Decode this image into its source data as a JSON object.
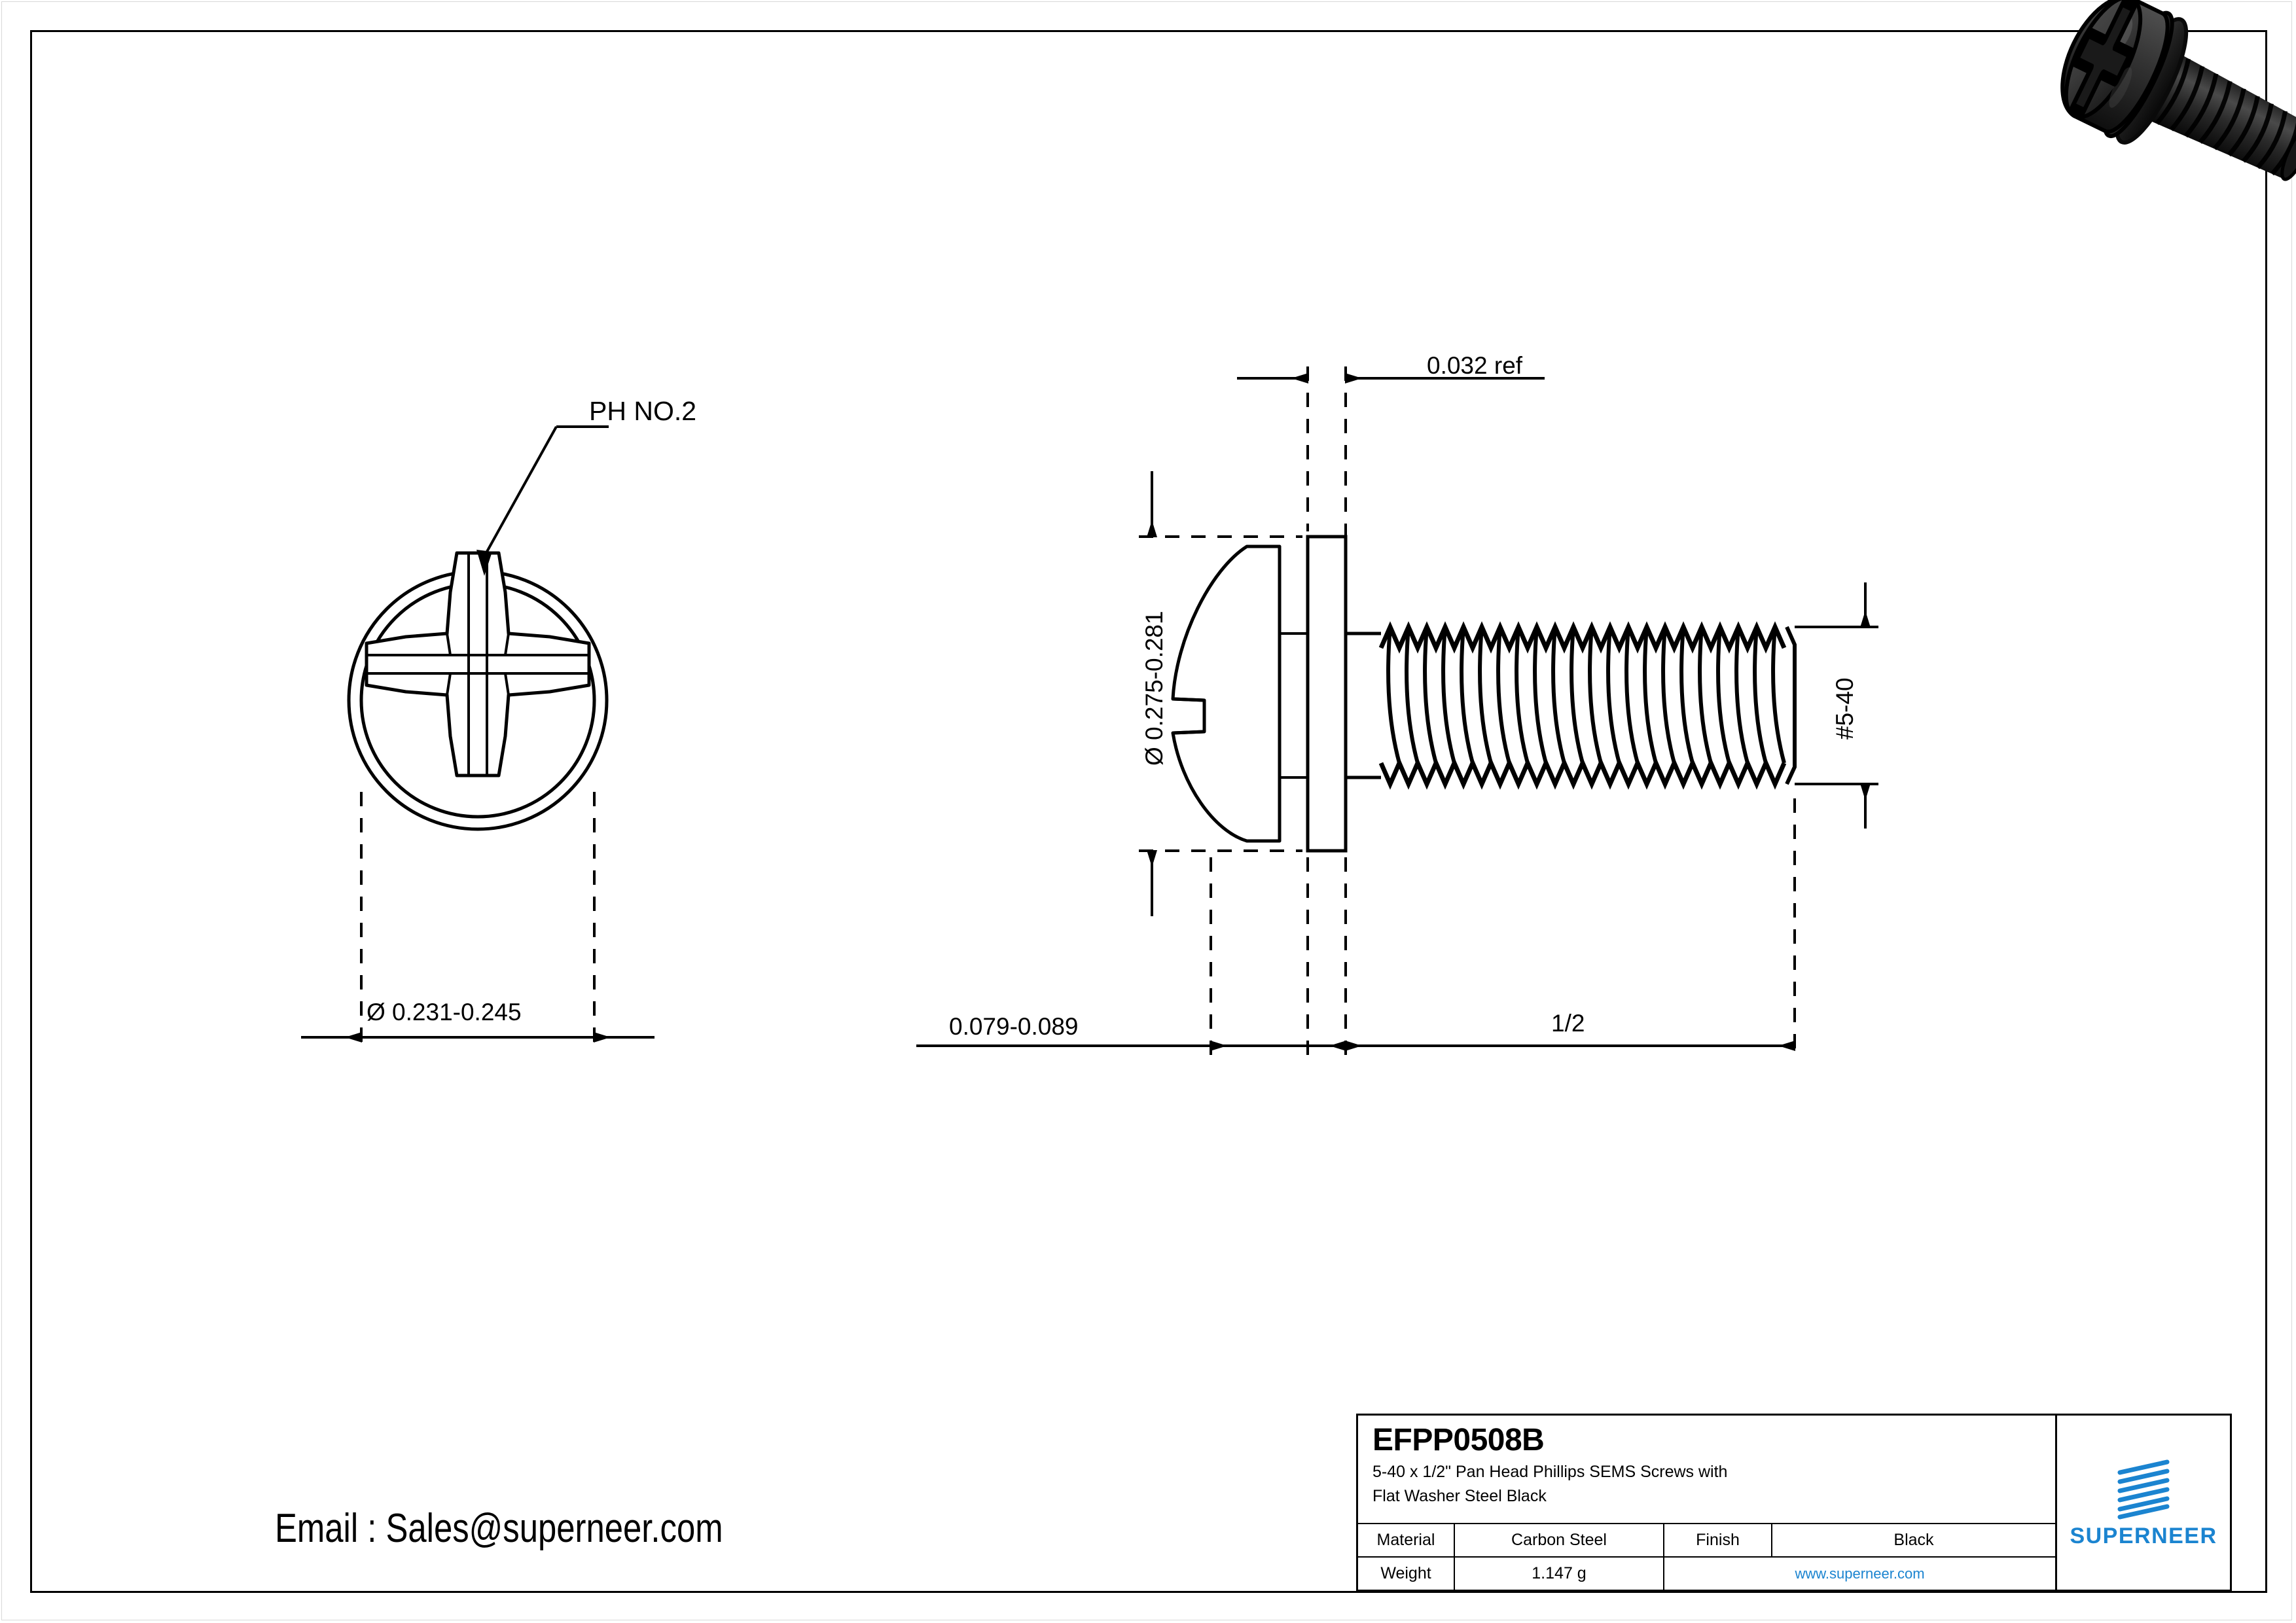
{
  "document": {
    "kind": "engineering-drawing",
    "sheet_background": "#ffffff",
    "line_color": "#000000"
  },
  "contact": {
    "email_line": "Email : Sales@superneer.com"
  },
  "title_block": {
    "part_number": "EFPP0508B",
    "description_line_1": "5-40 x 1/2\" Pan Head Phillips SEMS Screws with",
    "description_line_2": "Flat Washer Steel Black",
    "material_label": "Material",
    "material_value": "Carbon Steel",
    "finish_label": "Finish",
    "finish_value": "Black",
    "weight_label": "Weight",
    "weight_value": "1.147 g",
    "website": "www.superneer.com",
    "brand_name": "SUPERNEER",
    "brand_color": "#1b84d0"
  },
  "annotations": {
    "driver_callout": "PH NO.2"
  },
  "dimensions": {
    "head_diameter": "Ø 0.231-0.245",
    "washer_diameter": "Ø 0.275-0.281",
    "washer_thickness": "0.032 ref",
    "head_height": "0.079-0.089",
    "thread_length": "1/2",
    "thread_spec": "#5-40"
  },
  "views": {
    "front_view_name": "front-view-screw-head",
    "side_view_name": "side-view-screw",
    "isometric_name": "isometric-screw-render"
  }
}
